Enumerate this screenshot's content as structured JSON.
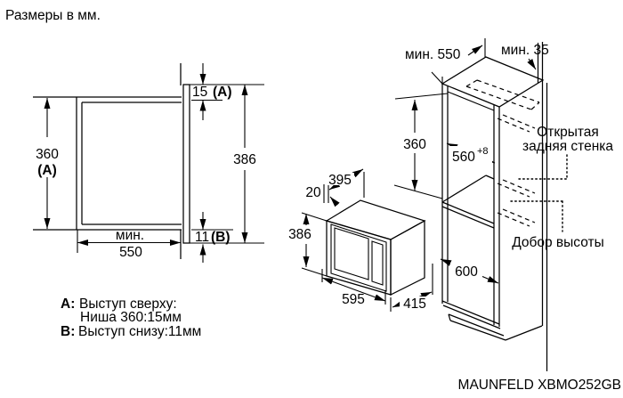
{
  "title": "Размеры в мм.",
  "footer": {
    "model": "MAUNFELD XBMO252GB"
  },
  "niche_view": {
    "height": "360",
    "height_key": "(A)",
    "min_label": "мин.",
    "width": "550",
    "top_gap": "15",
    "top_key": "(A)",
    "front_height": "386",
    "bottom_gap": "11",
    "bottom_key": "(B)"
  },
  "notes": {
    "a_key": "A:",
    "a_text": "Выступ сверху:",
    "a_text2": "Ниша 360:15мм",
    "b_key": "B:",
    "b_text": "Выступ снизу:11мм"
  },
  "oven_view": {
    "body_depth": "395",
    "door_thickness": "20",
    "height": "386",
    "width": "595",
    "total_depth": "415"
  },
  "cabinet_view": {
    "min_depth": "мин. 550",
    "min_wall_gap": "мин. 35",
    "niche_height": "360",
    "niche_width": "560",
    "niche_width_tolerance": "+8",
    "lower_height": "600",
    "open_back_line1": "Открытая",
    "open_back_line2": "задняя стенка",
    "filler_label": "Добор высоты"
  },
  "colors": {
    "line": "#000000",
    "background": "#ffffff"
  }
}
